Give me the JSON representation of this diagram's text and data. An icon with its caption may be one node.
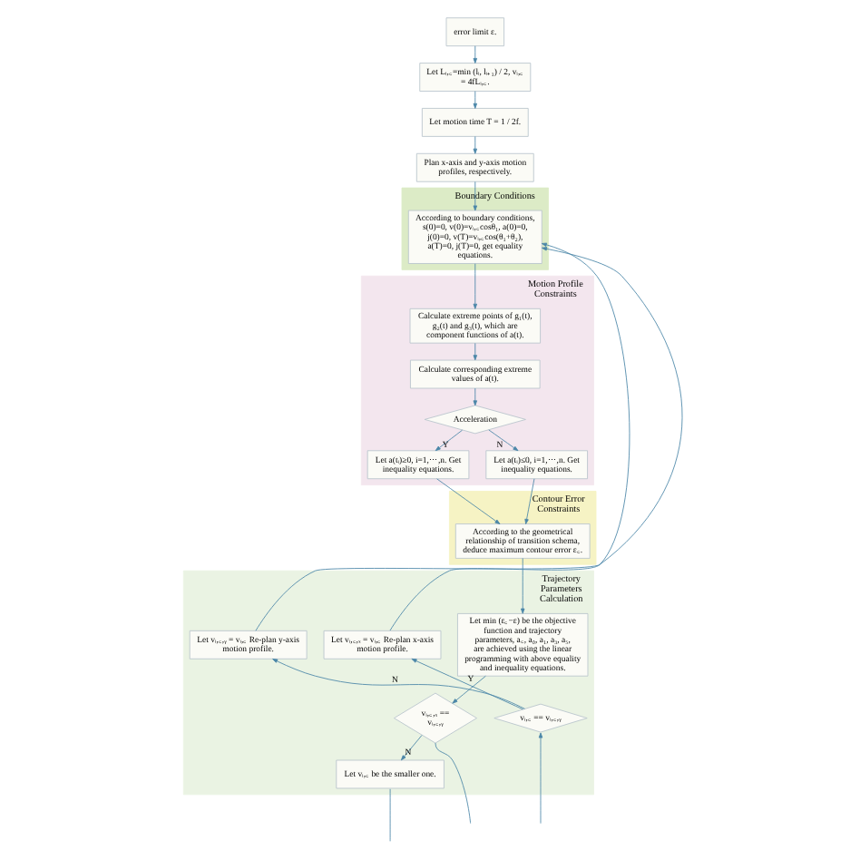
{
  "diagram": {
    "nodes": [
      {
        "text": [
          "error limit ε."
        ]
      },
      {
        "text": [
          "Let Lᵢ,꜀=min (lᵢ, lᵢ₊₁) / 2, vᵢ,꜀ = 4fLᵢ,꜀."
        ]
      },
      {
        "text": [
          "Let motion time T = 1 / 2f."
        ]
      },
      {
        "text": [
          "Plan x-axis and y-axis motion profiles, respectively."
        ]
      },
      {
        "text": [
          "Boundary Conditions"
        ]
      },
      {
        "text": [
          "According to boundary conditions, s(0)=0, v(0)=vᵢ,꜀cosθ₁, a(0)=0, j(0)=0, v(T)=vᵢ,꜀cos(θ₁+θ₂), a(T)=0, j(T)=0, get equality equations."
        ],
        "in": 4
      },
      {
        "text": [
          "Motion Profile Constraints"
        ]
      },
      {
        "text": [
          "Calculate extreme points of g₁(t), g₂(t) and g₃(t), which are component functions of a(t)."
        ],
        "in": 6
      },
      {
        "text": [
          "Calculate corresponding extreme values of a(t)."
        ],
        "in": 6
      },
      {
        "text": [
          "Acceleration"
        ],
        "in": 6
      },
      {
        "text": [
          "Let a(tᵢ)≥0, i=1,⋯,n. Get inequality equations."
        ],
        "in": 6
      },
      {
        "text": [
          "Let a(tᵢ)≤0, i=1,⋯,n. Get inequality equations."
        ],
        "in": 6
      },
      {
        "text": [
          "Contour Error Constraints"
        ]
      },
      {
        "text": [
          "According to the geometrical relationship of transition schema, deduce maximum contour error ε꜀."
        ],
        "in": 12
      },
      {
        "text": [
          "Trajectory Parameters Calculation"
        ]
      },
      {
        "text": [
          "Let min (ε꜀−ε) be the objective function and trajectory parameters, a꜀, a₀, a₁, a₃, a₅, are achieved using the linear programming with above equality and inequality equations."
        ],
        "in": 14
      },
      {
        "text": [
          "vᵢ,꜀,ₓ == vᵢ,꜀,ᵧ"
        ],
        "in": 14
      },
      {
        "text": [
          "Let vᵢ,꜀ be the smaller one."
        ],
        "in": 14
      },
      {
        "text": [
          "Let vᵢ,꜀,ₓ = vᵢ,꜀ Re-plan x-axis motion profile."
        ],
        "in": 14
      },
      {
        "text": [
          "Let vᵢ,꜀,ᵧ = vᵢ,꜀ Re-plan y-axis motion profile."
        ],
        "in": 14
      },
      {
        "text": [
          "vᵢ,꜀ == vᵢ,꜀,ᵧ"
        ],
        "in": 14
      }
    ],
    "edges": [
      {
        "from": 0,
        "to": 1,
        "arrow": "to"
      },
      {
        "from": 1,
        "to": 2,
        "arrow": "to"
      },
      {
        "from": 2,
        "to": 3,
        "arrow": "to"
      },
      {
        "from": 3,
        "to": 5,
        "arrow": "to"
      },
      {
        "from": 5,
        "to": 7,
        "arrow": "to"
      },
      {
        "from": 7,
        "to": 8,
        "arrow": "to"
      },
      {
        "from": 8,
        "to": 9,
        "arrow": "to"
      },
      {
        "from": 9,
        "to": 10,
        "arrow": "to",
        "label": "Y"
      },
      {
        "from": 9,
        "to": 11,
        "arrow": "to",
        "label": "N"
      },
      {
        "from": 10,
        "to": 13,
        "arrow": "to"
      },
      {
        "from": 11,
        "to": 13,
        "arrow": "to"
      },
      {
        "from": 13,
        "to": 15,
        "arrow": "to"
      },
      {
        "from": 15,
        "to": 16,
        "arrow": "to"
      },
      {
        "from": 16,
        "to": 17,
        "arrow": "to",
        "label": "N"
      },
      {
        "from": 16,
        "to": null,
        "arrow": "none"
      },
      {
        "from": 17,
        "to": null,
        "arrow": "none"
      },
      {
        "from": null,
        "to": 20,
        "arrow": "to"
      },
      {
        "from": 20,
        "to": 18,
        "arrow": "to",
        "label": "Y"
      },
      {
        "from": 20,
        "to": 19,
        "arrow": "to",
        "label": "N"
      },
      {
        "from": 18,
        "to": 5,
        "arrow": "to"
      },
      {
        "from": 19,
        "to": 5,
        "arrow": "to"
      }
    ]
  }
}
